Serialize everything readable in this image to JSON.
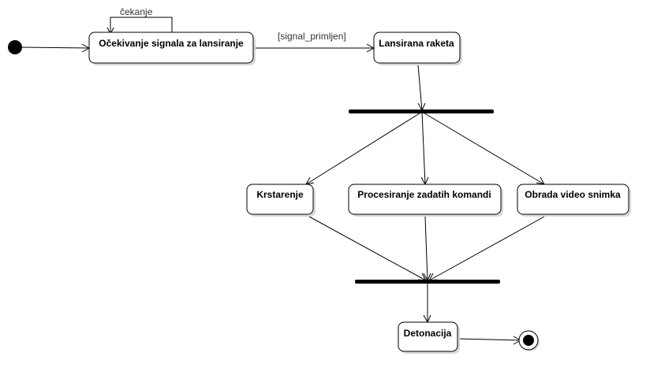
{
  "diagram": {
    "states": {
      "waiting": "Očekivanje signala za lansiranje",
      "launched": "Lansirana raketa",
      "cruising": "Krstarenje",
      "processing": "Procesiranje zadatih komandi",
      "video": "Obrada video snimka",
      "detonation": "Detonacija"
    },
    "transitions": {
      "self_loop": "čekanje",
      "signal": "[signal_primljen]"
    }
  }
}
